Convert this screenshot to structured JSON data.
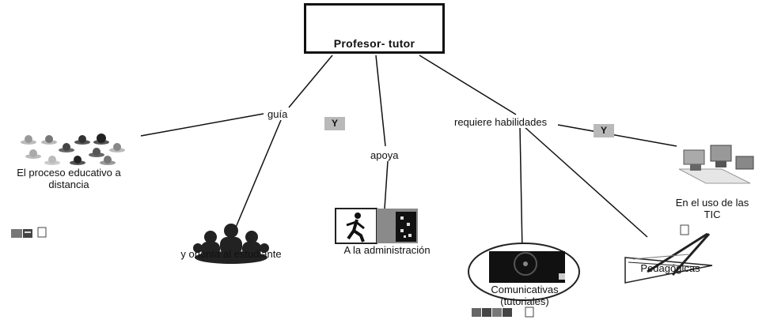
{
  "root": {
    "label": "Profesor- tutor"
  },
  "links": {
    "guia": "guía",
    "apoya": "apoya",
    "requiere": "requiere habilidades"
  },
  "conjunctions": {
    "y1": "Y",
    "y2": "Y"
  },
  "nodes": {
    "proceso": "El proceso educativo a distancia",
    "orienta": "y orienta al estudiante",
    "administracion": "A la administración",
    "comunicativas": "Comunicativas (tutoriales)",
    "pedagogicas": "Pedagógicas",
    "tic": "En el uso de las TIC"
  },
  "icons": [
    "people-group-icon",
    "students-icon",
    "running-man-icon",
    "door-icon",
    "disc-icon",
    "geometry-tools-icon",
    "computers-network-icon",
    "profile-card-icon",
    "checkbox-icon",
    "resource-icon",
    "document-icon"
  ],
  "colors": {
    "line": "#111111",
    "conjunction_bg": "#b9b9b9",
    "icon_gray": "#8a8a8a"
  }
}
